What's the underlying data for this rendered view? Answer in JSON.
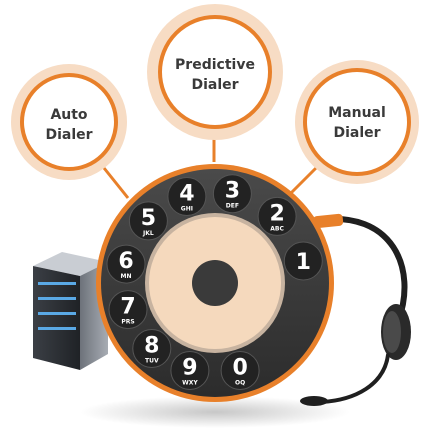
{
  "bubbles": {
    "auto": {
      "line1": "Auto",
      "line2": "Dialer"
    },
    "predictive": {
      "line1": "Predictive",
      "line2": "Dialer"
    },
    "manual": {
      "line1": "Manual",
      "line2": "Dialer"
    }
  },
  "dial": {
    "keys": [
      {
        "digit": "1",
        "letters": ""
      },
      {
        "digit": "2",
        "letters": "ABC"
      },
      {
        "digit": "3",
        "letters": "DEF"
      },
      {
        "digit": "4",
        "letters": "GHI"
      },
      {
        "digit": "5",
        "letters": "JKL"
      },
      {
        "digit": "6",
        "letters": "MN"
      },
      {
        "digit": "7",
        "letters": "PRS"
      },
      {
        "digit": "8",
        "letters": "TUV"
      },
      {
        "digit": "9",
        "letters": "WXY"
      },
      {
        "digit": "0",
        "letters": "OQ"
      }
    ]
  },
  "colors": {
    "bubble_fill": "#f7dcc4",
    "bubble_ring": "#e8802a",
    "dial_ring": "#e8802a",
    "dial_body": "#3a3a3a",
    "dial_center": "#f5d9bd",
    "key_fill": "#222222",
    "headset": "#1f1f1f",
    "server_light": "#5aa9e6"
  }
}
